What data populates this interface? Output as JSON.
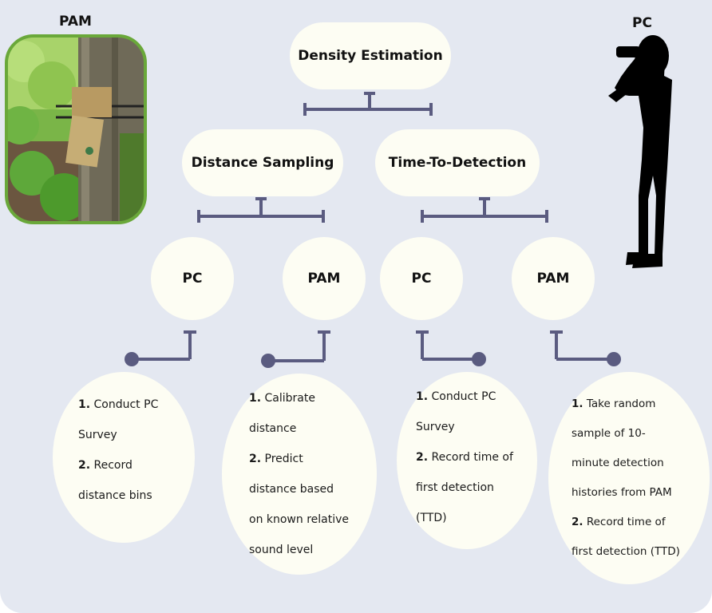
{
  "labels": {
    "pam_photo": "PAM",
    "pc_silhouette": "PC"
  },
  "root": {
    "label": "Density Estimation"
  },
  "methods": [
    {
      "label": "Distance Sampling"
    },
    {
      "label": "Time-To-Detection"
    }
  ],
  "leaves": [
    {
      "label": "PC"
    },
    {
      "label": "PAM"
    },
    {
      "label": "PC"
    },
    {
      "label": "PAM"
    }
  ],
  "steps": [
    {
      "items": [
        {
          "num": "1.",
          "lines": [
            "Conduct PC",
            "Survey"
          ]
        },
        {
          "num": "2.",
          "lines": [
            "Record",
            "distance bins"
          ]
        }
      ]
    },
    {
      "items": [
        {
          "num": "1.",
          "lines": [
            "Calibrate",
            "distance"
          ]
        },
        {
          "num": "2.",
          "lines": [
            "Predict",
            "distance based",
            "on known relative",
            "sound level"
          ]
        }
      ]
    },
    {
      "items": [
        {
          "num": "1.",
          "lines": [
            "Conduct PC",
            "Survey"
          ]
        },
        {
          "num": "2.",
          "lines": [
            "Record time of",
            "first detection",
            "(TTD)"
          ]
        }
      ]
    },
    {
      "items": [
        {
          "num": "1.",
          "lines": [
            "Take random",
            "sample of 10-",
            "minute detection",
            "histories from PAM"
          ]
        },
        {
          "num": "2.",
          "lines": [
            "Record time of",
            "first detection (TTD)"
          ]
        }
      ]
    }
  ],
  "colors": {
    "background": "#e4e8f1",
    "node_fill": "#fdfdf3",
    "connector": "#5a5b80",
    "photo_border": "#6aa83a",
    "silhouette": "#000000"
  },
  "icons": {
    "photo": "forest-recorder-photo",
    "silhouette": "person-with-binoculars-icon"
  }
}
